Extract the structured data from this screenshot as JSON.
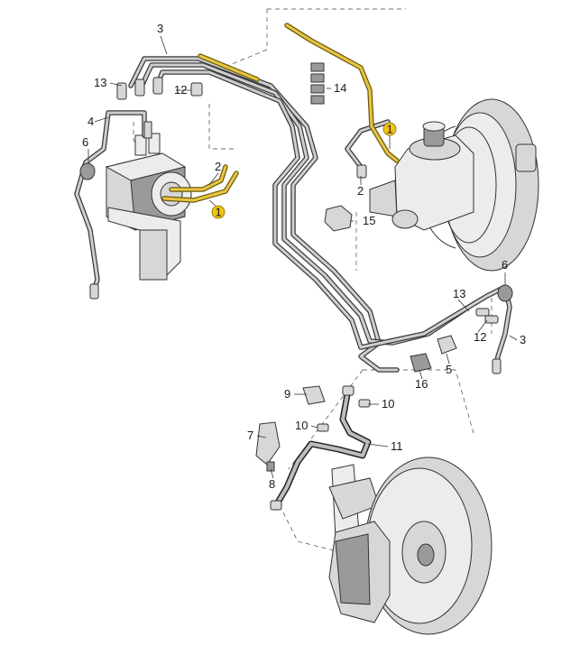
{
  "callouts": {
    "label_1a": "1",
    "label_1b": "1",
    "label_2a": "2",
    "label_2b": "2",
    "label_3a": "3",
    "label_3b": "3",
    "label_4": "4",
    "label_5": "5",
    "label_6a": "6",
    "label_6b": "6",
    "label_7": "7",
    "label_8": "8",
    "label_9": "9",
    "label_10a": "10",
    "label_10b": "10",
    "label_11": "11",
    "label_12a": "12",
    "label_12b": "12",
    "label_13a": "13",
    "label_13b": "13",
    "label_14": "14",
    "label_15": "15",
    "label_16": "16"
  },
  "colors": {
    "highlight_pipe": "#e8c640",
    "highlight_badge": "#f0c419",
    "pipe": "#cfcfcf",
    "outline": "#333333"
  }
}
